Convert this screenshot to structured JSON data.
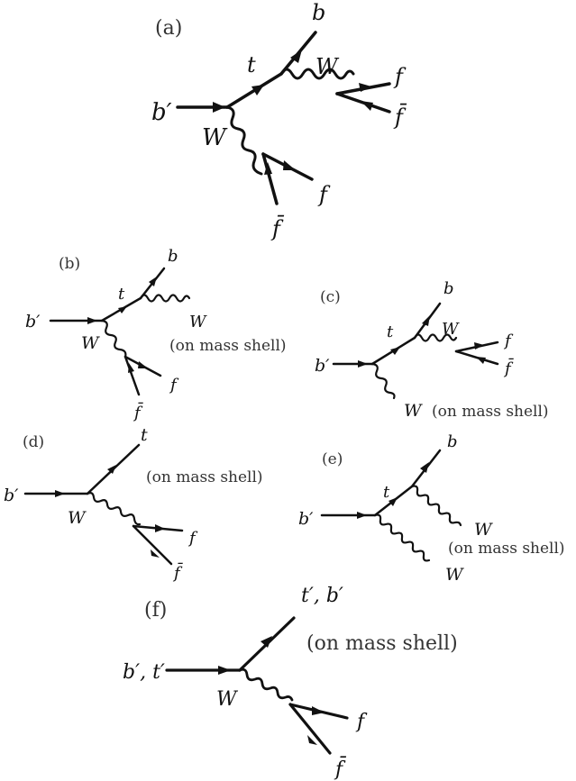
{
  "diagrams": [
    {
      "tag": "(a)",
      "labels": {
        "incoming": "b′",
        "top": "t",
        "w_top": "W",
        "b_out": "b",
        "f1": "f",
        "fbar1": "f̄",
        "w_low": "W",
        "f2": "f",
        "fbar2": "f̄"
      }
    },
    {
      "tag": "(b)",
      "labels": {
        "incoming": "b′",
        "top": "t",
        "b_out": "b",
        "w_out": "W",
        "shell": "(on mass shell)",
        "w_low": "W",
        "f": "f",
        "fbar": "f̄"
      }
    },
    {
      "tag": "(c)",
      "labels": {
        "incoming": "b′",
        "top": "t",
        "b_out": "b",
        "w_top": "W",
        "f": "f",
        "fbar": "f̄",
        "w_low": "W",
        "shell": "(on mass shell)"
      }
    },
    {
      "tag": "(d)",
      "labels": {
        "incoming": "b′",
        "top": "t",
        "shell": "(on mass shell)",
        "w_low": "W",
        "f": "f",
        "fbar": "f̄"
      }
    },
    {
      "tag": "(e)",
      "labels": {
        "incoming": "b′",
        "top": "t",
        "b_out": "b",
        "w_out": "W",
        "shell": "(on mass shell)",
        "w_low": "W"
      }
    },
    {
      "tag": "(f)",
      "labels": {
        "incoming": "b′, t′",
        "top": "t′, b′",
        "shell": "(on mass shell)",
        "w_low": "W",
        "f": "f",
        "fbar": "f̄"
      }
    }
  ]
}
